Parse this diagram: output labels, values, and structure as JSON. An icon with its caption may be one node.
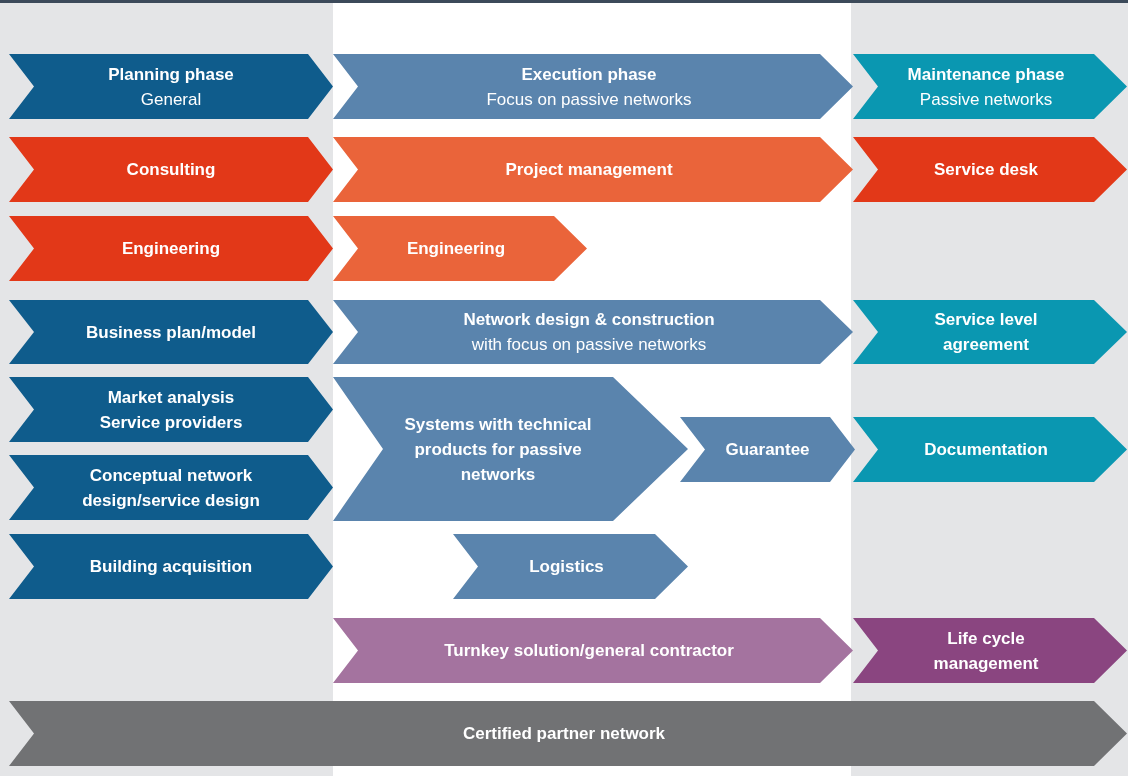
{
  "diagram": {
    "nodes": [
      {
        "text": [
          "Planning phase",
          "General"
        ]
      },
      {
        "text": [
          "Execution phase",
          "Focus on passive networks"
        ]
      },
      {
        "text": [
          "Maintenance phase",
          "Passive networks"
        ]
      },
      {
        "text": [
          "Consulting"
        ]
      },
      {
        "text": [
          "Project management"
        ]
      },
      {
        "text": [
          "Service desk"
        ]
      },
      {
        "text": [
          "Engineering"
        ]
      },
      {
        "text": [
          "Engineering"
        ]
      },
      {
        "text": [
          "Business plan/model"
        ]
      },
      {
        "text": [
          "Network design & construction",
          "with focus on passive networks"
        ]
      },
      {
        "text": [
          "Service level agreement"
        ]
      },
      {
        "text": [
          "Market analysis",
          "Service providers"
        ]
      },
      {
        "text": [
          "Conceptual network design/service design"
        ]
      },
      {
        "text": [
          "Systems with technical products for passive networks"
        ]
      },
      {
        "text": [
          "Guarantee"
        ]
      },
      {
        "text": [
          "Documentation"
        ]
      },
      {
        "text": [
          "Building acquisition"
        ]
      },
      {
        "text": [
          "Logistics"
        ]
      },
      {
        "text": [
          "Turnkey solution/general contractor"
        ]
      },
      {
        "text": [
          "Life cycle management"
        ]
      },
      {
        "text": [
          "Certified partner network"
        ]
      }
    ]
  }
}
